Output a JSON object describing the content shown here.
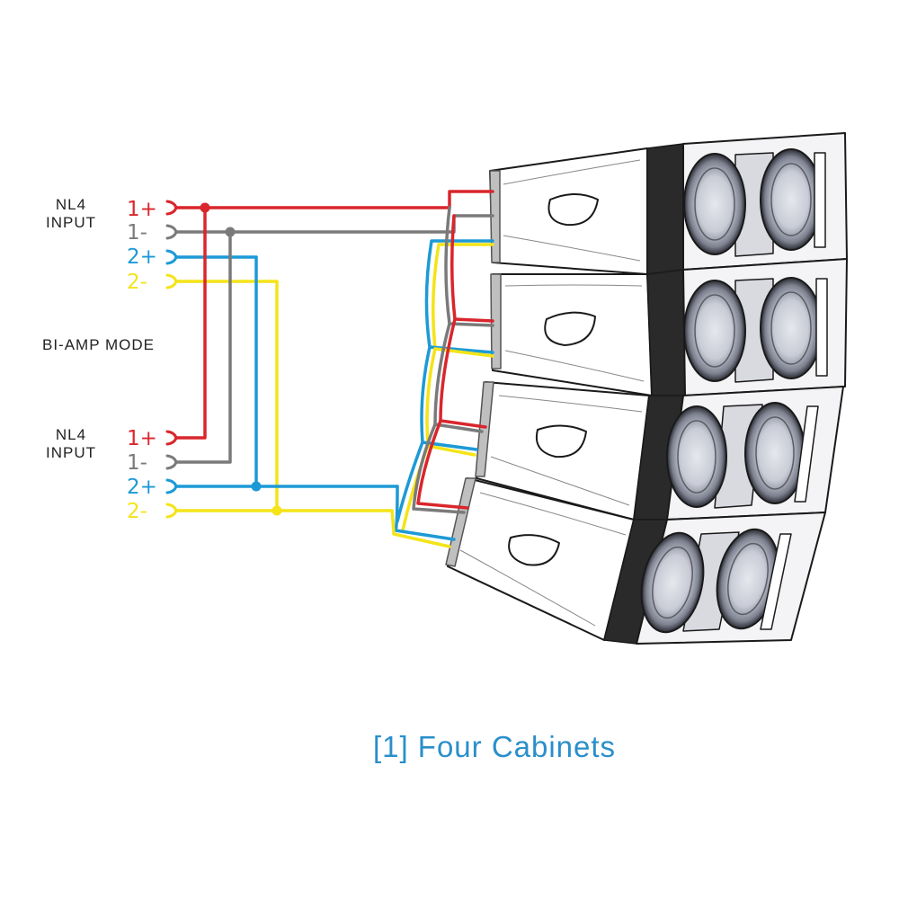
{
  "colors": {
    "pin_1_plus": "#d9262c",
    "pin_1_minus": "#7a7a7a",
    "pin_2_plus": "#1d9ad6",
    "pin_2_minus": "#f4e418",
    "caption": "#2a8fcb",
    "cabinet_outline": "#1a1a1a"
  },
  "inputs": [
    {
      "label_line1": "NL4",
      "label_line2": "INPUT",
      "pins": [
        "1+",
        "1-",
        "2+",
        "2-"
      ]
    },
    {
      "label_line1": "NL4",
      "label_line2": "INPUT",
      "pins": [
        "1+",
        "1-",
        "2+",
        "2-"
      ]
    }
  ],
  "mode_label": "BI-AMP MODE",
  "caption": "[1] Four Cabinets",
  "cabinet_count": 4
}
